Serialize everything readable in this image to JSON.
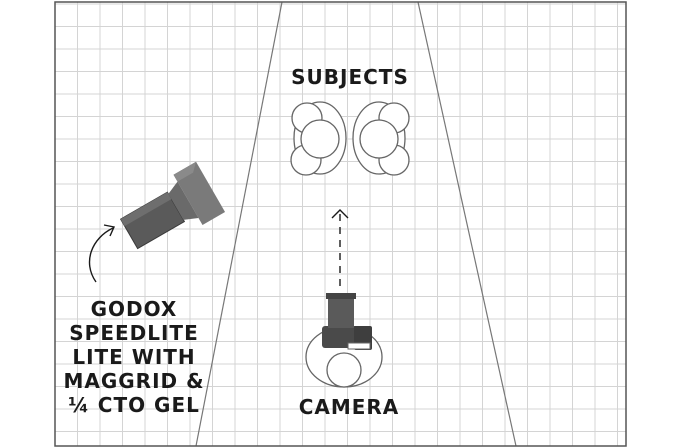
{
  "labels": {
    "subjects": "SUBJECTS",
    "camera": "CAMERA",
    "light_lines": [
      "GODOX",
      "SPEEDLITE",
      "LITE WITH",
      "MAGGRID &",
      "¼ CTO GEL"
    ]
  },
  "colors": {
    "grid": "#d4d4d4",
    "border": "#555555",
    "perspective": "#777777",
    "figure_stroke": "#666666",
    "flash_body": "#5a5a5a",
    "flash_head": "#7a7a7a",
    "camera_body": "#4a4a4a",
    "text": "#1a1a1a"
  },
  "icons": {
    "subjects": "two-people-top-view-icon",
    "light": "speedlite-flash-icon",
    "camera": "photographer-top-view-icon",
    "direction": "dashed-up-arrow-icon",
    "pointer": "curved-pointer-arrow-icon"
  }
}
